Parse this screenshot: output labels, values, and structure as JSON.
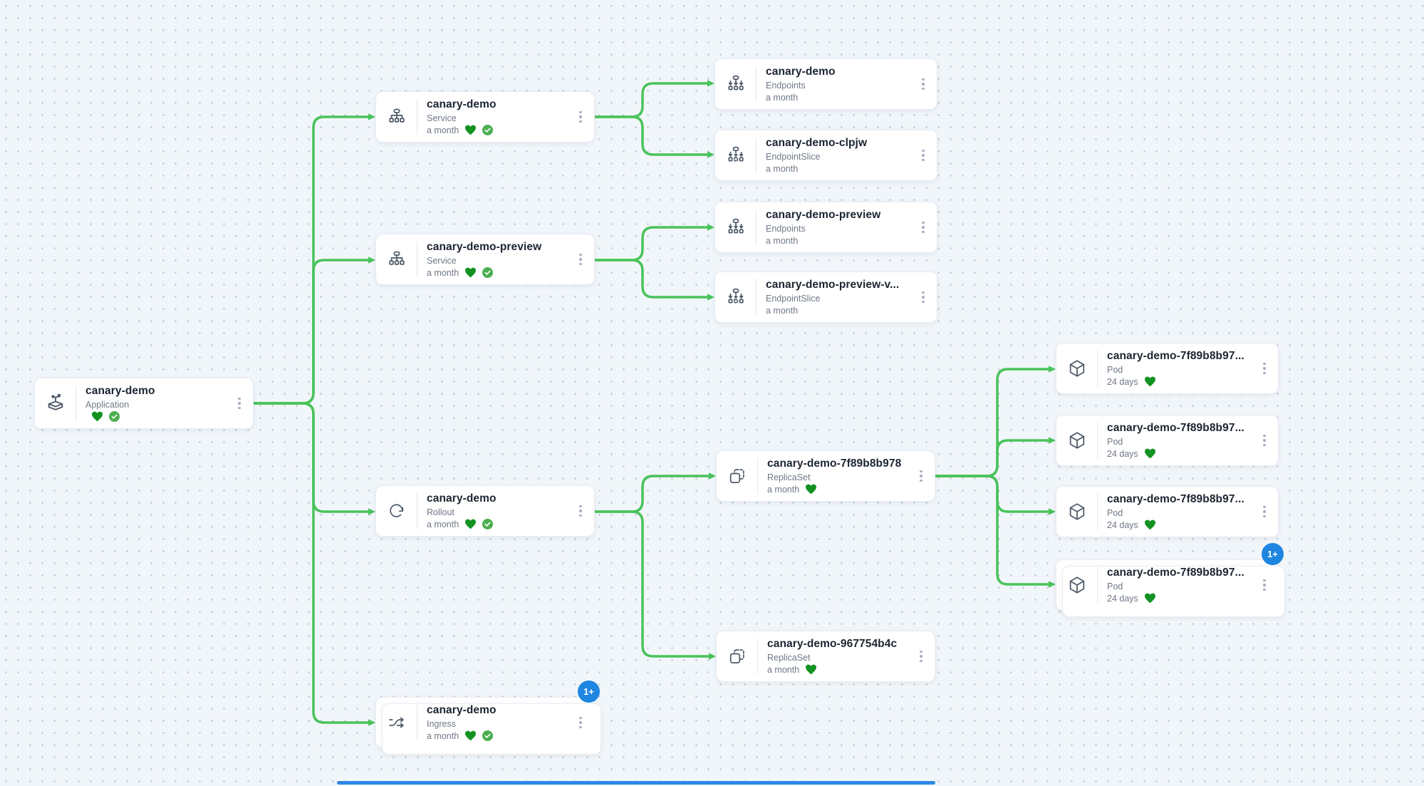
{
  "app_title": "canary-demo resource tree",
  "colors": {
    "edge_green": "#49c35b",
    "health_heart_green": "#149221",
    "sync_check_green": "#4caf50",
    "badge_blue": "#1e86e0",
    "scrollbar_blue": "#2e88e5"
  },
  "nodes": [
    {
      "title": "canary-demo",
      "kind": "Application",
      "age": "",
      "icon": "application-icon",
      "health": true,
      "sync": true
    },
    {
      "title": "canary-demo",
      "kind": "Service",
      "age": "a month",
      "icon": "service-icon",
      "health": true,
      "sync": true
    },
    {
      "title": "canary-demo-preview",
      "kind": "Service",
      "age": "a month",
      "icon": "service-icon",
      "health": true,
      "sync": true
    },
    {
      "title": "canary-demo",
      "kind": "Rollout",
      "age": "a month",
      "icon": "rollout-icon",
      "health": true,
      "sync": true
    },
    {
      "title": "canary-demo",
      "kind": "Ingress",
      "age": "a month",
      "icon": "ingress-icon",
      "health": true,
      "sync": true,
      "badge": "1+"
    },
    {
      "title": "canary-demo",
      "kind": "Endpoints",
      "age": "a month",
      "icon": "endpoints-icon",
      "health": false,
      "sync": false
    },
    {
      "title": "canary-demo-clpjw",
      "kind": "EndpointSlice",
      "age": "a month",
      "icon": "endpoint-slice-icon",
      "health": false,
      "sync": false
    },
    {
      "title": "canary-demo-preview",
      "kind": "Endpoints",
      "age": "a month",
      "icon": "endpoints-icon",
      "health": false,
      "sync": false
    },
    {
      "title": "canary-demo-preview-v...",
      "kind": "EndpointSlice",
      "age": "a month",
      "icon": "endpoint-slice-icon",
      "health": false,
      "sync": false
    },
    {
      "title": "canary-demo-7f89b8b978",
      "kind": "ReplicaSet",
      "age": "a month",
      "icon": "replicaset-icon",
      "health": true,
      "sync": false
    },
    {
      "title": "canary-demo-967754b4c",
      "kind": "ReplicaSet",
      "age": "a month",
      "icon": "replicaset-icon",
      "health": true,
      "sync": false
    },
    {
      "title": "canary-demo-7f89b8b97...",
      "kind": "Pod",
      "age": "24 days",
      "icon": "pod-icon",
      "health": true,
      "sync": false
    },
    {
      "title": "canary-demo-7f89b8b97...",
      "kind": "Pod",
      "age": "24 days",
      "icon": "pod-icon",
      "health": true,
      "sync": false
    },
    {
      "title": "canary-demo-7f89b8b97...",
      "kind": "Pod",
      "age": "24 days",
      "icon": "pod-icon",
      "health": true,
      "sync": false
    },
    {
      "title": "canary-demo-7f89b8b97...",
      "kind": "Pod",
      "age": "24 days",
      "icon": "pod-icon",
      "health": true,
      "sync": false,
      "badge": "1+"
    }
  ]
}
